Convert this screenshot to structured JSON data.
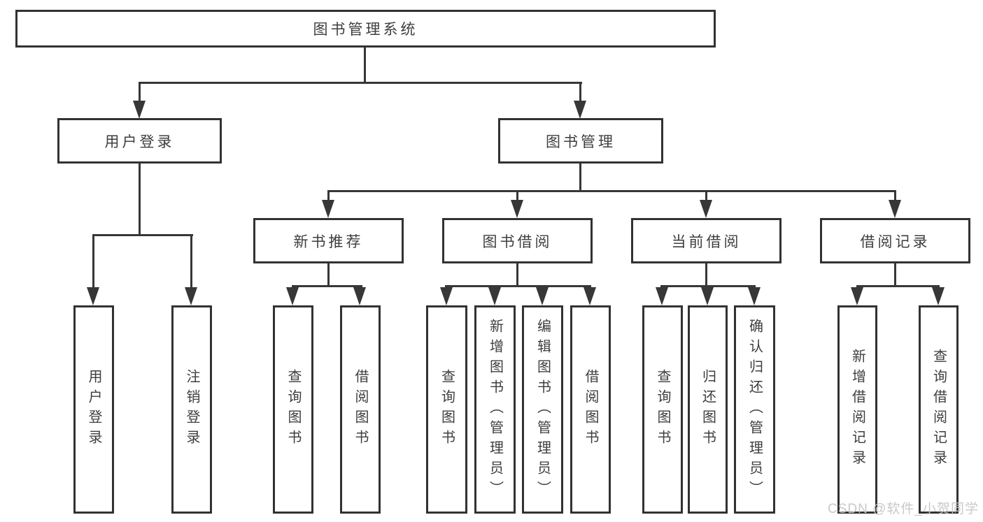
{
  "diagram_title": "图书管理系统",
  "nodes": {
    "root": {
      "label": "图书管理系统"
    },
    "level2": [
      {
        "label": "用户登录"
      },
      {
        "label": "图书管理"
      }
    ],
    "level3": [
      {
        "label": "新书推荐"
      },
      {
        "label": "图书借阅"
      },
      {
        "label": "当前借阅"
      },
      {
        "label": "借阅记录"
      }
    ],
    "leaves": [
      {
        "label": "用户登录"
      },
      {
        "label": "注销登录"
      },
      {
        "label": "查询图书"
      },
      {
        "label": "借阅图书"
      },
      {
        "label": "查询图书"
      },
      {
        "label": "新增图书（管理员）"
      },
      {
        "label": "编辑图书（管理员）"
      },
      {
        "label": "借阅图书"
      },
      {
        "label": "查询图书"
      },
      {
        "label": "归还图书"
      },
      {
        "label": "确认归还（管理员）"
      },
      {
        "label": "新增借阅记录"
      },
      {
        "label": "查询借阅记录"
      }
    ]
  },
  "watermark": {
    "text": "CSDN @软件_小贺同学"
  },
  "colors": {
    "line": "#373737",
    "border": "#323232",
    "text": "#3e3e3e",
    "watermark": "#c6c6c6",
    "background": "#ffffff"
  }
}
